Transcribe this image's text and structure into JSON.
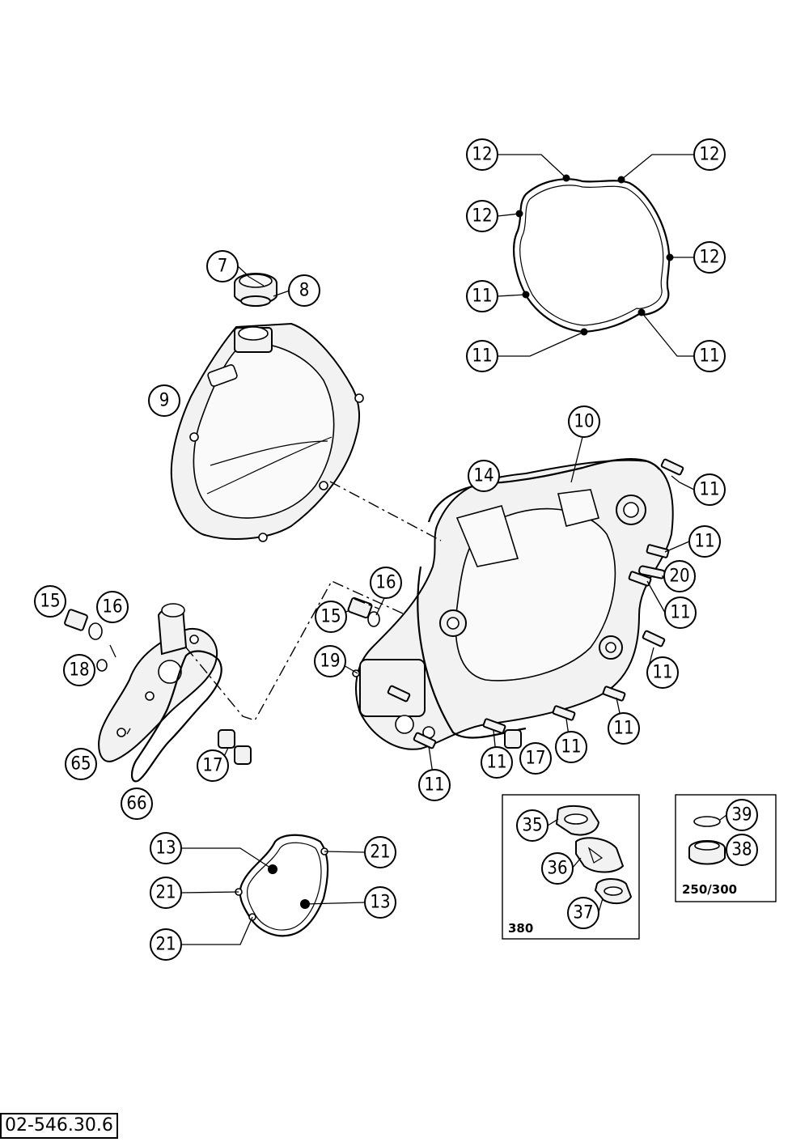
{
  "callouts": [
    {
      "id": "c1",
      "label": "12"
    },
    {
      "id": "c2",
      "label": "12"
    },
    {
      "id": "c3",
      "label": "12"
    },
    {
      "id": "c4",
      "label": "12"
    },
    {
      "id": "c5",
      "label": "11"
    },
    {
      "id": "c6",
      "label": "11"
    },
    {
      "id": "c7",
      "label": "11"
    },
    {
      "id": "c8",
      "label": "7"
    },
    {
      "id": "c9",
      "label": "8"
    },
    {
      "id": "c10",
      "label": "9"
    },
    {
      "id": "c11",
      "label": "10"
    },
    {
      "id": "c12",
      "label": "14"
    },
    {
      "id": "c13",
      "label": "11"
    },
    {
      "id": "c14",
      "label": "11"
    },
    {
      "id": "c15",
      "label": "20"
    },
    {
      "id": "c16",
      "label": "11"
    },
    {
      "id": "c17",
      "label": "11"
    },
    {
      "id": "c18",
      "label": "11"
    },
    {
      "id": "c19",
      "label": "11"
    },
    {
      "id": "c20",
      "label": "17"
    },
    {
      "id": "c21",
      "label": "11"
    },
    {
      "id": "c22",
      "label": "11"
    },
    {
      "id": "c23",
      "label": "15"
    },
    {
      "id": "c24",
      "label": "16"
    },
    {
      "id": "c25",
      "label": "19"
    },
    {
      "id": "c26",
      "label": "15"
    },
    {
      "id": "c27",
      "label": "16"
    },
    {
      "id": "c28",
      "label": "18"
    },
    {
      "id": "c29",
      "label": "65"
    },
    {
      "id": "c30",
      "label": "66"
    },
    {
      "id": "c31",
      "label": "17"
    },
    {
      "id": "c32",
      "label": "13"
    },
    {
      "id": "c33",
      "label": "21"
    },
    {
      "id": "c34",
      "label": "21"
    },
    {
      "id": "c35",
      "label": "13"
    },
    {
      "id": "c36",
      "label": "21"
    },
    {
      "id": "c37",
      "label": "35"
    },
    {
      "id": "c38",
      "label": "36"
    },
    {
      "id": "c39",
      "label": "37"
    },
    {
      "id": "c40",
      "label": "39"
    },
    {
      "id": "c41",
      "label": "38"
    }
  ],
  "insets": {
    "inset_380": {
      "label": "380"
    },
    "inset_250_300": {
      "label": "250/300"
    }
  },
  "reference": {
    "code": "02-546.30.6"
  }
}
